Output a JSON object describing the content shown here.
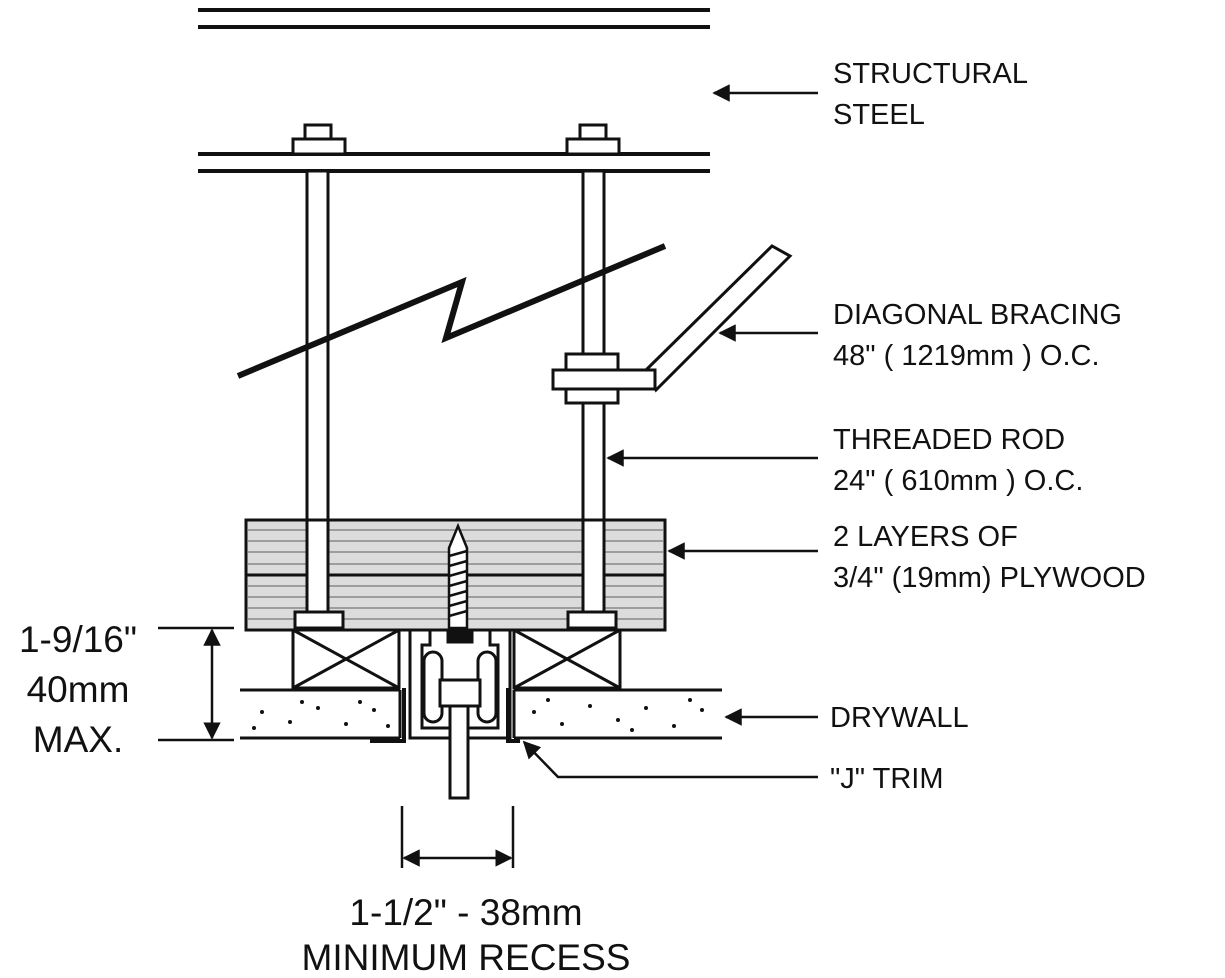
{
  "labels": {
    "structural_steel": [
      "STRUCTURAL",
      "STEEL"
    ],
    "diagonal_bracing": [
      "DIAGONAL BRACING",
      "48\" ( 1219mm ) O.C."
    ],
    "threaded_rod": [
      "THREADED ROD",
      "24\" ( 610mm ) O.C."
    ],
    "plywood": [
      "2 LAYERS OF",
      "3/4\" (19mm) PLYWOOD"
    ],
    "drywall": "DRYWALL",
    "j_trim": "\"J\" TRIM"
  },
  "dimensions": {
    "max_depth": [
      "1-9/16\"",
      "40mm",
      "MAX."
    ],
    "recess": [
      "1-1/2\" - 38mm",
      "MINIMUM RECESS"
    ]
  },
  "colors": {
    "line": "#111111",
    "plywood_fill": "#dcdcdc",
    "background": "#ffffff"
  }
}
